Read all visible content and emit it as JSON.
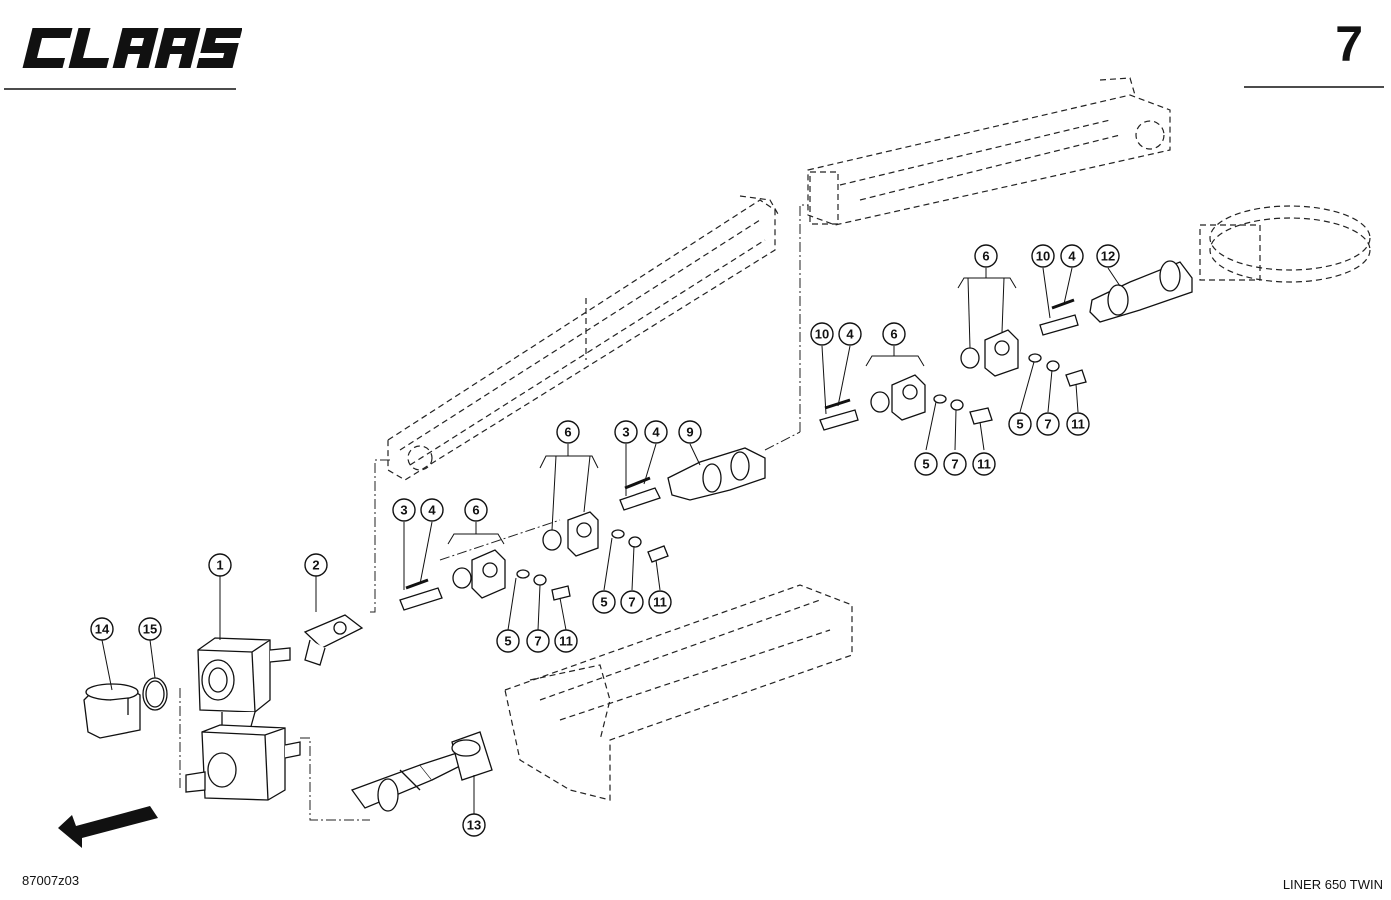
{
  "header": {
    "brand": "CLAAS",
    "page_number": "7"
  },
  "footer": {
    "drawing_id": "87007z03",
    "model": "LINER 650 TWIN"
  },
  "callouts": {
    "c1": "1",
    "c2": "2",
    "c13": "13",
    "c14": "14",
    "c15": "15",
    "g1": {
      "a": "3",
      "b": "4",
      "c": "6",
      "d": "5",
      "e": "7",
      "f": "11"
    },
    "g2": {
      "a": "6",
      "b": "3",
      "c": "4",
      "d": "9",
      "e": "5",
      "f": "7",
      "g": "11"
    },
    "g3": {
      "a": "10",
      "b": "4",
      "c": "6",
      "d": "5",
      "e": "7",
      "f": "11"
    },
    "g4": {
      "a": "6",
      "b": "10",
      "c": "4",
      "d": "12",
      "e": "5",
      "f": "7",
      "g": "11"
    }
  }
}
